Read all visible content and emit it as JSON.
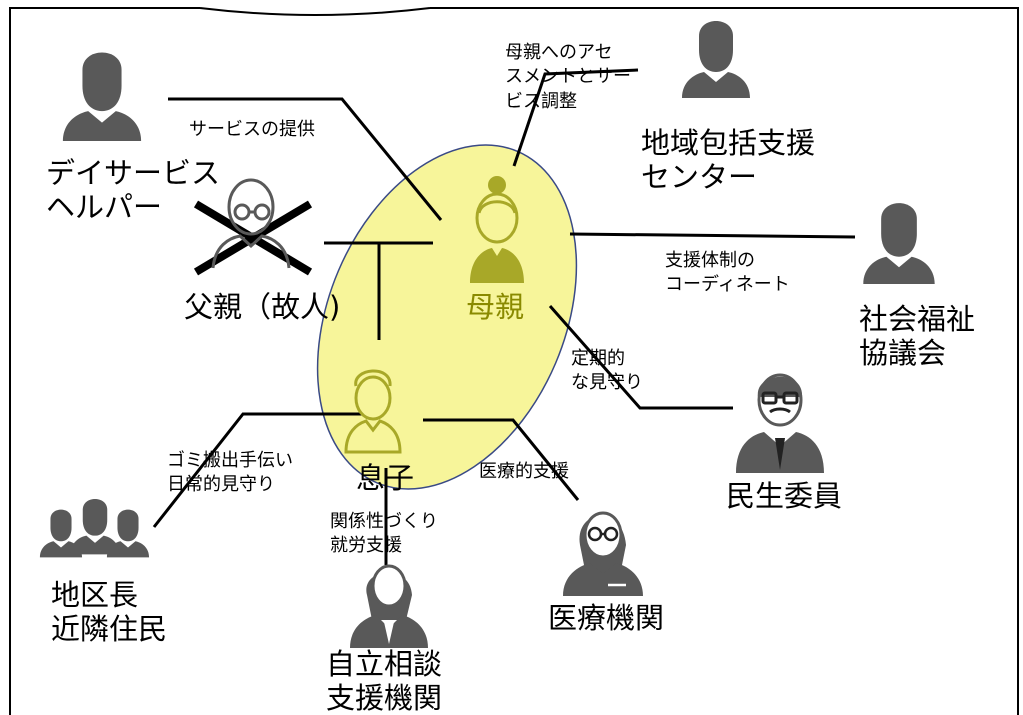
{
  "nodes": {
    "day_service": "デイサービス\nヘルパー",
    "father": "父親（故人)",
    "mother": "母親",
    "son": "息子",
    "community_center": "地域包括支援\nセンター",
    "social_welfare": "社会福祉\n協議会",
    "welfare_commissioner": "民生委員",
    "medical": "医療機関",
    "independence_support": "自立相談\n支援機関",
    "district_head": "地区長\n近隣住民"
  },
  "edge_labels": {
    "service_provision": "サービスの提供",
    "assessment": "母親へのアセ\nスメントとサー\nビス調整",
    "coordination": "支援体制の\nコーディネート",
    "watching": "定期的\nな見守り",
    "medical_support": "医療的支援",
    "relationship": "関係性づくり\n就労支援",
    "garbage": "ゴミ搬出手伝い\n日常的見守り"
  },
  "colors": {
    "ellipse_fill": "#f7f59a",
    "ellipse_stroke": "#3a4a86",
    "icon_dark": "#595959",
    "icon_core": "#a8a828",
    "core_text": "#8a8a00",
    "line": "#000000"
  },
  "icons": {
    "day_service": "person-silhouette-icon",
    "father": "elderly-man-outline-icon",
    "mother": "elderly-woman-icon",
    "son": "young-man-outline-icon",
    "community_center": "person-silhouette-icon",
    "social_welfare": "person-silhouette-icon",
    "welfare_commissioner": "man-with-glasses-icon",
    "medical": "woman-with-glasses-icon",
    "independence_support": "woman-suit-icon",
    "district_head": "group-people-icon",
    "deceased_mark": "cross-mark-icon"
  }
}
